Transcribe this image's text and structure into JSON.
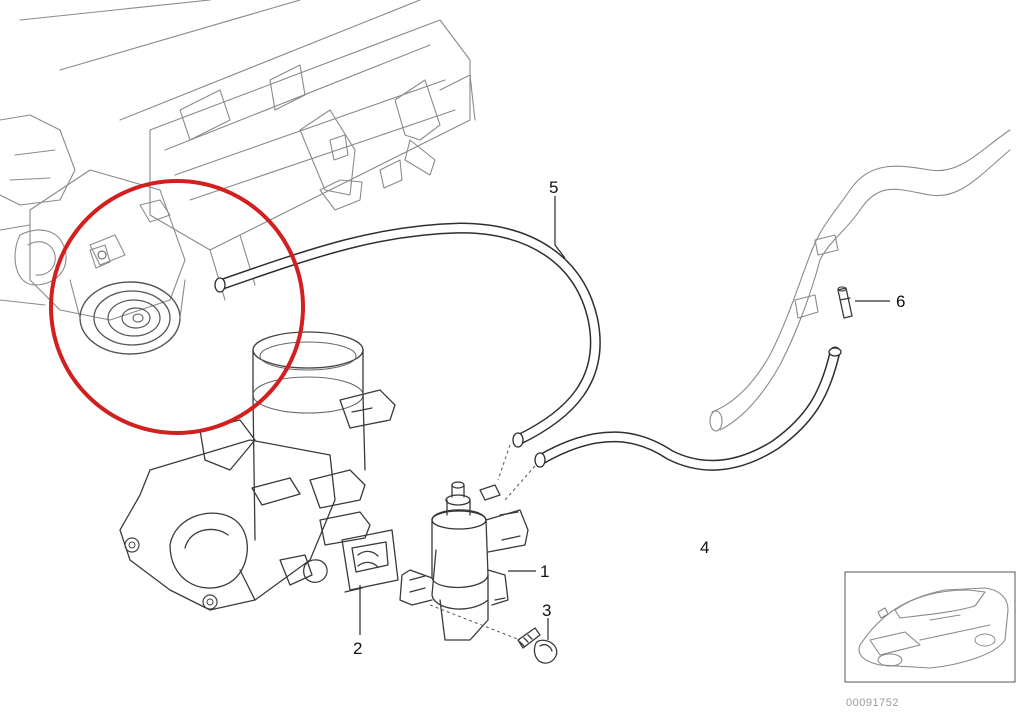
{
  "callouts": {
    "part_1": "1",
    "part_2": "2",
    "part_3": "3",
    "part_4": "4",
    "part_5": "5",
    "part_6": "6"
  },
  "image_ref": "00091752",
  "highlight": {
    "shape": "circle",
    "color": "#d21f1f"
  },
  "colors": {
    "line": "#3a3a3a",
    "background": "#ffffff"
  }
}
